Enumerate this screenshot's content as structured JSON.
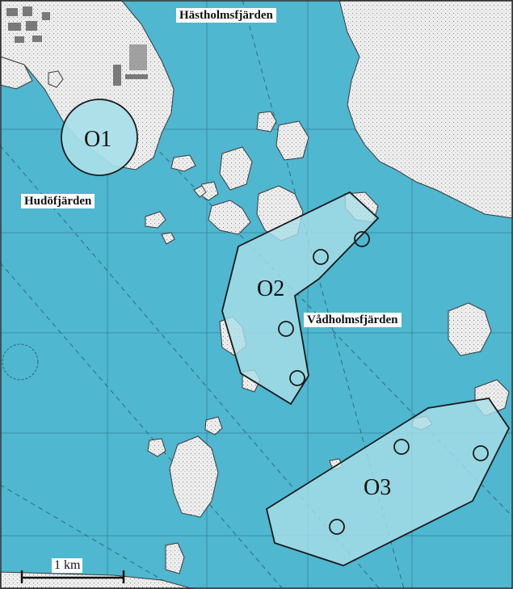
{
  "map": {
    "colors": {
      "water": "#4fb7cf",
      "land": "#eeeeee",
      "area_fill": "#a9dfe9",
      "outline": "#1a1a1a",
      "grid": "#2a6f86"
    },
    "places": {
      "hastholmsfjarden": "Hästholmsfjärden",
      "hudofjarden": "Hudöfjärden",
      "vadholmsfjarden": "Vådholmsfjärden"
    },
    "zones": {
      "o1": "O1",
      "o2": "O2",
      "o3": "O3"
    },
    "scale": {
      "label": "1 km"
    }
  }
}
